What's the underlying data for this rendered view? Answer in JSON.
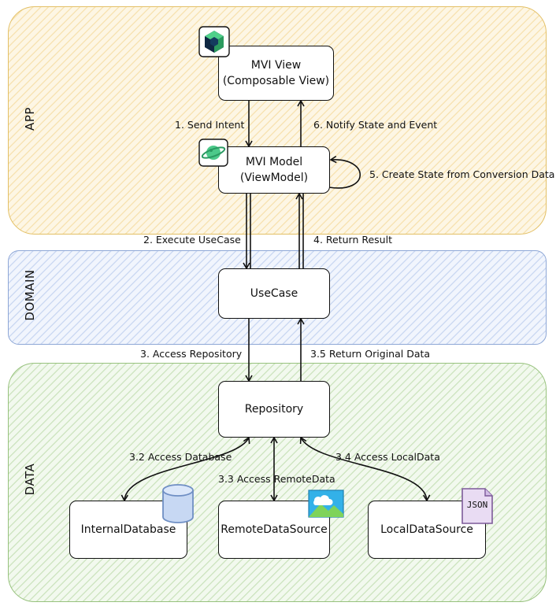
{
  "layers": {
    "app": "APP",
    "domain": "DOMAIN",
    "data": "DATA"
  },
  "nodes": {
    "view": "MVI View\n(Composable View)",
    "model": "MVI Model\n(ViewModel)",
    "usecase": "UseCase",
    "repository": "Repository",
    "internal_db": "InternalDatabase",
    "remote_ds": "RemoteDataSource",
    "local_ds": "LocalDataSource"
  },
  "edges": {
    "send_intent": "1. Send Intent",
    "execute_usecase": "2. Execute UseCase",
    "access_repository": "3. Access Repository",
    "access_database": "3.2  Access Database",
    "access_remote": "3.3 Access RemoteData",
    "access_local": "3.4 Access LocalData",
    "return_original": "3.5 Return Original Data",
    "return_result": "4. Return Result",
    "create_state": "5. Create State from Conversion Data",
    "notify_state": "6. Notify State and Event"
  },
  "icons": {
    "view": "jetpack-compose-icon",
    "model": "kotlin-planet-icon",
    "internal_db": "database-cylinder-icon",
    "remote_ds": "cloud-image-icon",
    "local_ds": "json-file-icon",
    "json_text": "JSON"
  }
}
